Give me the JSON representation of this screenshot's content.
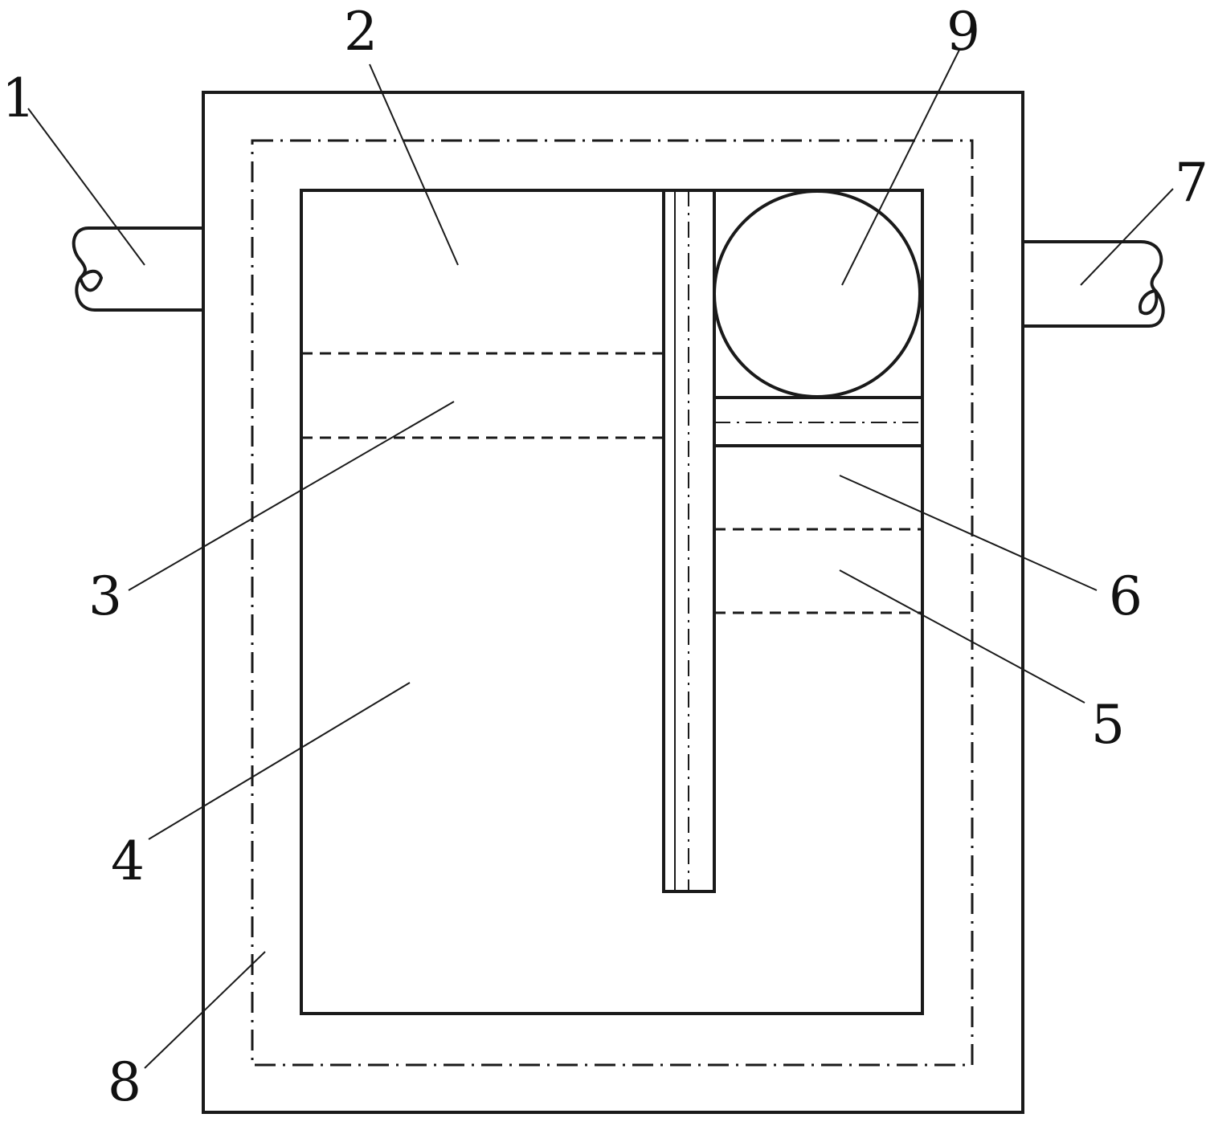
{
  "diagram": {
    "labels": {
      "part_1": "1",
      "part_2": "2",
      "part_3": "3",
      "part_4": "4",
      "part_5": "5",
      "part_6": "6",
      "part_7": "7",
      "part_8": "8",
      "part_9": "9"
    },
    "colors": {
      "line": "#1a1a1a",
      "text": "#111111",
      "background": "#ffffff"
    }
  }
}
